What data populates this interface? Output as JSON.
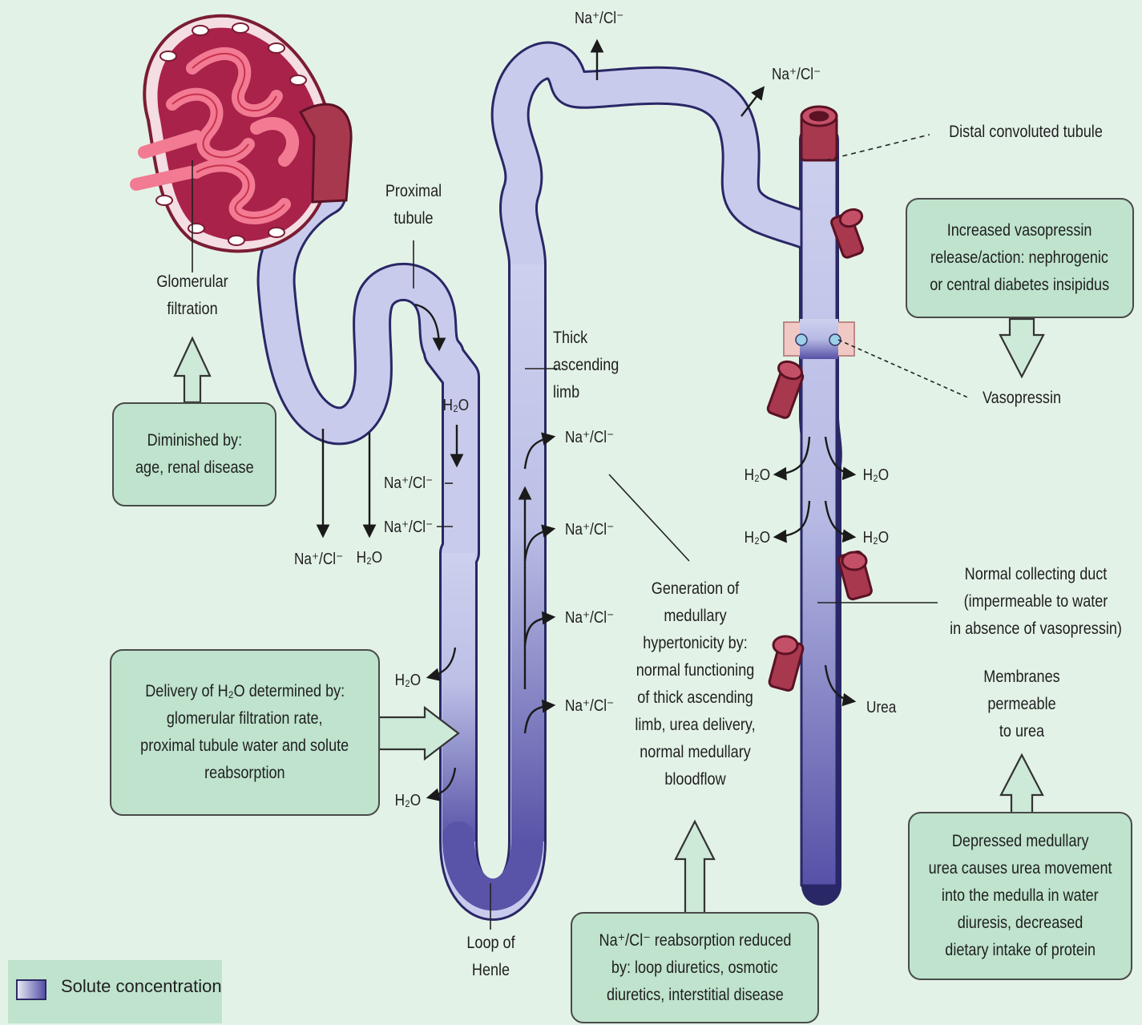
{
  "labels": {
    "glomerular_filtration": [
      "Glomerular",
      "filtration"
    ],
    "proximal_tubule": [
      "Proximal",
      "tubule"
    ],
    "thick_ascending_limb": [
      "Thick",
      "ascending",
      "limb"
    ],
    "distal_convoluted_tubule": "Distal convoluted tubule",
    "vasopressin": "Vasopressin",
    "loop_of_henle": [
      "Loop of",
      "Henle"
    ],
    "normal_collecting_duct": [
      "Normal collecting duct",
      "(impermeable to water",
      "in absence of vasopressin)"
    ],
    "membranes_permeable": [
      "Membranes",
      "permeable",
      "to urea"
    ],
    "medullary_generation": [
      "Generation of",
      "medullary",
      "hypertonicity by:",
      "normal functioning",
      "of thick ascending",
      "limb, urea delivery,",
      "normal medullary",
      "bloodflow"
    ]
  },
  "ions": {
    "na_cl": "Na⁺/Cl⁻",
    "water": "H₂O",
    "urea": "Urea"
  },
  "boxes": {
    "diminished": [
      "Diminished by:",
      "age, renal disease"
    ],
    "delivery": [
      "Delivery of H₂O determined by:",
      "glomerular filtration rate,",
      "proximal tubule water and solute",
      "reabsorption"
    ],
    "reabsorption_reduced": [
      "Na⁺/Cl⁻ reabsorption reduced",
      "by: loop diuretics, osmotic",
      "diuretics, interstitial disease"
    ],
    "vasopressin_release": [
      "Increased vasopressin",
      "release/action: nephrogenic",
      "or central diabetes insipidus"
    ],
    "depressed_urea": [
      "Depressed medullary",
      "urea causes urea movement",
      "into the medulla in water",
      "diuresis, decreased",
      "dietary intake of protein"
    ]
  },
  "legend": {
    "label": "Solute concentration"
  },
  "colors": {
    "background": "#e3f2e7",
    "box_fill": "#bfe3cc",
    "tubule_light": "#c7cbeb",
    "tubule_dark": "#5a55a8",
    "vessel": "#a8384e",
    "glomerulus": "#e2506b"
  }
}
